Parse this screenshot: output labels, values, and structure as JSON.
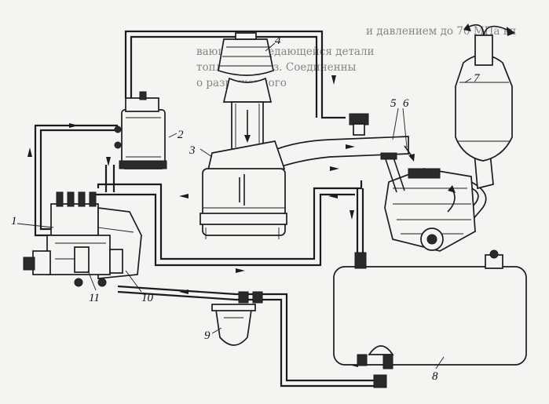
{
  "background_text": [
    "и давлением до 70 МПа вп",
    "вающей, передающейся детали",
    "топливный газ. Соединенны",
    "о разреженного"
  ],
  "labels": [
    "1",
    "2",
    "3",
    "4",
    "5",
    "6",
    "7",
    "8",
    "9",
    "10",
    "11"
  ]
}
